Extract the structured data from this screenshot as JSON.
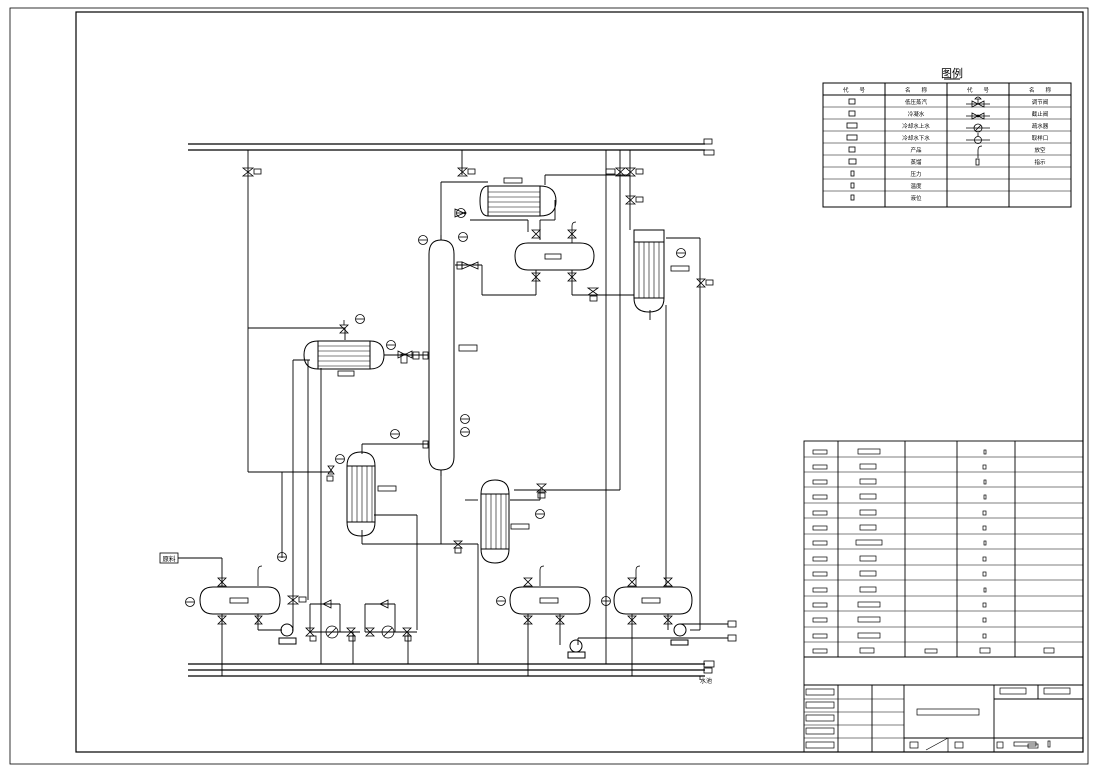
{
  "legend": {
    "title": "图例",
    "headers": [
      "代　　号",
      "名　　称",
      "代　　号",
      "名　　称"
    ],
    "left_names": [
      "低压蒸汽",
      "冷凝水",
      "冷却水上水",
      "冷却水下水",
      "产品",
      "蒸馏",
      "压力",
      "温度",
      "液位"
    ],
    "right_names": [
      "调节阀",
      "截止阀",
      "疏水器",
      "取样口",
      "放空",
      "指示"
    ]
  },
  "labels": {
    "feed": "原料",
    "water": "水池"
  },
  "colors": {
    "line": "#000000",
    "background": "#ffffff"
  },
  "icons": [
    "pump-icon",
    "control-valve-icon",
    "globe-valve-icon",
    "steam-trap-icon",
    "sample-point-icon",
    "instrument-bubble-icon"
  ]
}
